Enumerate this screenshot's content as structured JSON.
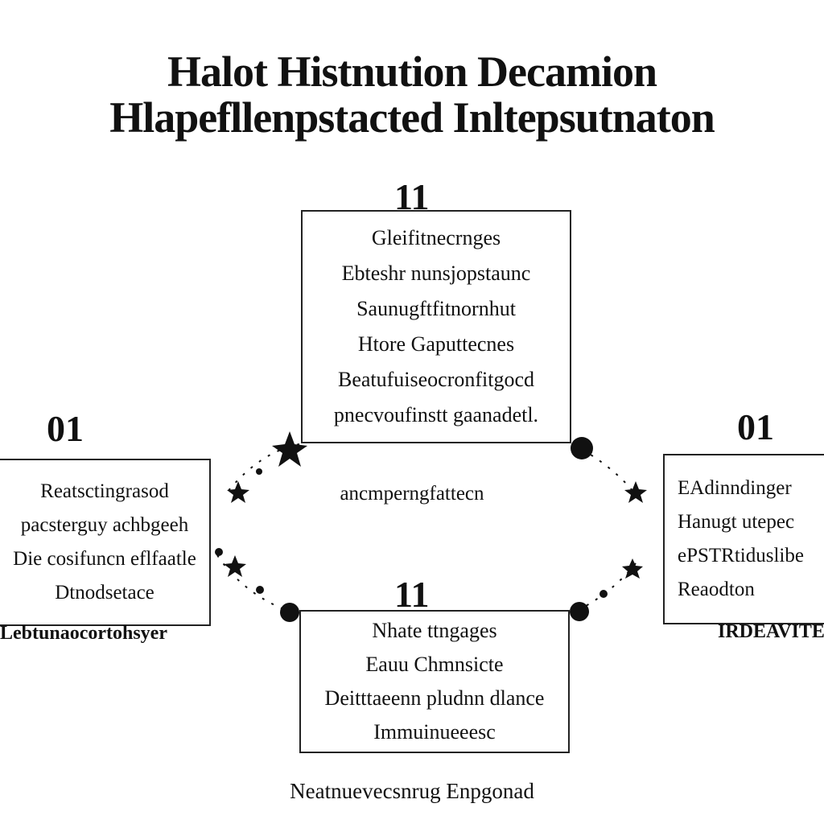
{
  "title": {
    "line1": "Halot Histnution Decamion",
    "line2": "Hlapefllenpstacted Inltepsutnaton"
  },
  "steps": [
    {
      "id": "top",
      "number": "11 ",
      "lines": [
        "Gleifitnecrnges",
        "Ebteshr nunsjopstaunc",
        "Saunugftfitnornhut",
        "Htore Gaputtecnes",
        "Beatufuiseocronfitgocd",
        "pnecvoufinstt gaanadetl."
      ]
    },
    {
      "id": "left",
      "number": "01 ",
      "lines": [
        "Reatsctingrasod",
        "pacsterguy achbgeeh",
        "Die cosifuncn eflfaatle",
        "Dtnodsetace"
      ],
      "caption": "Lebtunaocortohsyer"
    },
    {
      "id": "right",
      "number": "01 ",
      "lines": [
        "EAdinndinger",
        "Hanugt utepec",
        "ePSTRtiduslibe",
        "Reaodton"
      ],
      "caption": "IRDEAVITE"
    },
    {
      "id": "bottom",
      "number": "11 ",
      "lines": [
        "Nhate ttngages",
        "Eauu Chmnsicte",
        "Deitttaeenn pludnn dlance",
        "Immuinueeesc"
      ]
    }
  ],
  "center_caption": "ancmperngfattecn",
  "footer": "Neatnuevecsnrug Enpgonad"
}
